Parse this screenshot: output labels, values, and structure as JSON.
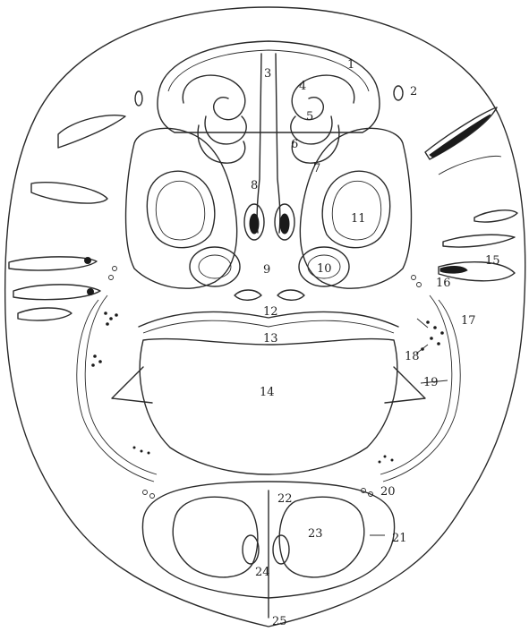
{
  "figure": {
    "labels": [
      {
        "id": "1",
        "text": "1"
      },
      {
        "id": "2",
        "text": "2"
      },
      {
        "id": "3",
        "text": "3"
      },
      {
        "id": "4",
        "text": "4"
      },
      {
        "id": "5",
        "text": "5"
      },
      {
        "id": "6",
        "text": "6"
      },
      {
        "id": "7",
        "text": "7"
      },
      {
        "id": "8",
        "text": "8"
      },
      {
        "id": "9",
        "text": "9"
      },
      {
        "id": "10",
        "text": "10"
      },
      {
        "id": "11",
        "text": "11"
      },
      {
        "id": "12",
        "text": "12"
      },
      {
        "id": "13",
        "text": "13"
      },
      {
        "id": "14",
        "text": "14"
      },
      {
        "id": "15",
        "text": "15"
      },
      {
        "id": "16",
        "text": "16"
      },
      {
        "id": "17",
        "text": "17"
      },
      {
        "id": "18",
        "text": "18"
      },
      {
        "id": "19",
        "text": "19"
      },
      {
        "id": "20",
        "text": "20"
      },
      {
        "id": "21",
        "text": "21"
      },
      {
        "id": "22",
        "text": "22"
      },
      {
        "id": "23",
        "text": "23"
      },
      {
        "id": "24",
        "text": "24"
      },
      {
        "id": "25",
        "text": "25"
      }
    ]
  }
}
